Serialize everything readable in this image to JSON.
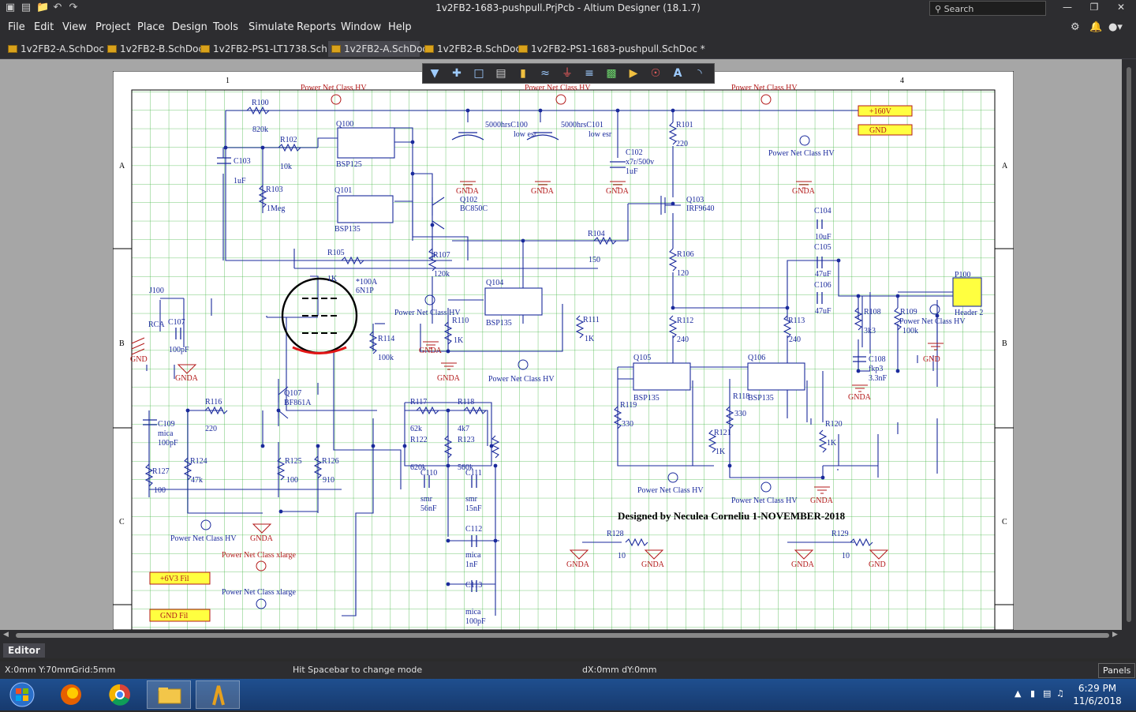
{
  "window": {
    "title": "1v2FB2-1683-pushpull.PrjPcb - Altium Designer (18.1.7)",
    "search_placeholder": "Search"
  },
  "menu": [
    "File",
    "Edit",
    "View",
    "Project",
    "Place",
    "Design",
    "Tools",
    "Simulate",
    "Reports",
    "Window",
    "Help"
  ],
  "tabs": [
    {
      "label": "1v2FB2-A.SchDoc *",
      "active": false
    },
    {
      "label": "1v2FB2-B.SchDoc",
      "active": false
    },
    {
      "label": "1v2FB2-PS1-LT1738.SchDoc",
      "active": false
    },
    {
      "label": "1v2FB2-A.SchDoc",
      "active": true
    },
    {
      "label": "1v2FB2-B.SchDoc",
      "active": false
    },
    {
      "label": "1v2FB2-PS1-1683-pushpull.SchDoc *",
      "active": false
    }
  ],
  "sheet": {
    "border_cols": [
      "1",
      "4"
    ],
    "border_rows": [
      "A",
      "B",
      "C"
    ],
    "designer": "Designed by Neculea Corneliu 1-NOVEMBER-2018",
    "ports": {
      "hv": "+160V",
      "gnd": "GND",
      "fil_p": "+6V3 Fil",
      "fil_n": "GND Fil"
    },
    "net_class_hv": "Power Net Class HV",
    "net_class_xlarge": "Power Net Class xlarge",
    "gnda": "GNDA",
    "gnd": "GND",
    "components": {
      "R100": [
        "R100",
        "820k"
      ],
      "R102": [
        "R102",
        "10k"
      ],
      "Q100": [
        "Q100",
        "BSP125"
      ],
      "C103": [
        "C103",
        "1uF"
      ],
      "R103": [
        "R103",
        "1Meg"
      ],
      "Q101": [
        "Q101",
        "BSP135"
      ],
      "Q102": [
        "Q102",
        "BC850C"
      ],
      "C100": [
        "5000hrsC100",
        "low esr"
      ],
      "C101": [
        "5000hrsC101",
        "low esr"
      ],
      "C102": [
        "C102",
        "x7r/500v",
        "1uF"
      ],
      "R101": [
        "R101",
        "220"
      ],
      "Q103": [
        "Q103",
        "IRF9640"
      ],
      "R104": [
        "R104",
        "150"
      ],
      "R105": [
        "R105",
        "1K"
      ],
      "R107": [
        "R107",
        "120k"
      ],
      "V1": [
        "*100A",
        "6N1P"
      ],
      "J100": [
        "J100",
        "RCA"
      ],
      "C107": [
        "C107",
        "100pF"
      ],
      "Q104": [
        "Q104",
        "BSP135"
      ],
      "R110": [
        "R110",
        "1K"
      ],
      "R111": [
        "R111",
        "1K"
      ],
      "R114": [
        "R114",
        "100k"
      ],
      "R106": [
        "R106",
        "120"
      ],
      "R112": [
        "R112",
        "240"
      ],
      "R113": [
        "R113",
        "240"
      ],
      "C104": [
        "C104",
        "10uF"
      ],
      "C105": [
        "C105",
        "47uF"
      ],
      "C106": [
        "C106",
        "47uF"
      ],
      "R108": [
        "R108",
        "3k3"
      ],
      "R109": [
        "R109",
        "100k"
      ],
      "C108": [
        "C108",
        "fkp3",
        "3.3nF"
      ],
      "P100": [
        "P100",
        "Header 2"
      ],
      "Q105": [
        "Q105",
        "BSP135"
      ],
      "Q106": [
        "Q106",
        "BSP135"
      ],
      "R119": [
        "R119",
        "330"
      ],
      "R118b": [
        "R118",
        "330"
      ],
      "R121": [
        "R121",
        "1K"
      ],
      "R120": [
        "R120",
        "1K"
      ],
      "Q107": [
        "Q107",
        "BF861A"
      ],
      "R116": [
        "R116",
        "220"
      ],
      "C109": [
        "C109",
        "mica",
        "100pF"
      ],
      "R124": [
        "R124",
        "47k"
      ],
      "R127": [
        "R127",
        "100"
      ],
      "R125": [
        "R125",
        "100"
      ],
      "R126": [
        "R126",
        "910"
      ],
      "R117": [
        "R117",
        "62k"
      ],
      "R118": [
        "R118",
        "4k7"
      ],
      "R122": [
        "R122",
        "620k"
      ],
      "R123": [
        "R123",
        "560k"
      ],
      "C110": [
        "C110",
        "smr",
        "56nF"
      ],
      "C111": [
        "C111",
        "smr",
        "15nF"
      ],
      "C112": [
        "C112",
        "mica",
        "1nF"
      ],
      "C113": [
        "C113",
        "mica",
        "100pF"
      ],
      "R128": [
        "R128",
        "10"
      ],
      "R129": [
        "R129",
        "10"
      ]
    }
  },
  "editor_tab": "Editor",
  "status": {
    "coords": "X:0mm Y:70mm",
    "grid": "Grid:5mm",
    "hint": "Hit Spacebar to change mode",
    "delta": "dX:0mm dY:0mm",
    "panels": "Panels"
  },
  "clock": {
    "time": "6:29 PM",
    "date": "11/6/2018"
  },
  "colors": {
    "wire": "#1a2a9c",
    "label": "#b31919",
    "grid": "#47b847",
    "part": "#1a2a9c",
    "port": "#ffff40",
    "tube_red": "#e21616"
  }
}
